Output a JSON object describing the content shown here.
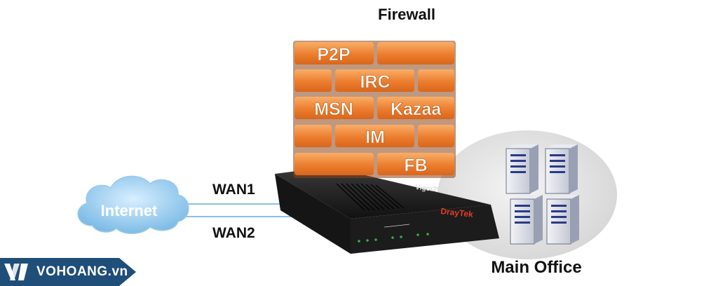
{
  "title": "Firewall",
  "bricks": [
    "P2P",
    "IRC",
    "MSN",
    "Kazaa",
    "IM",
    "FB"
  ],
  "cloud_label": "Internet",
  "wan1": "WAN1",
  "wan2": "WAN2",
  "router_model": "Vigor2912",
  "router_brand": "DrayTek",
  "main_office": "Main Office",
  "watermark": "VOHOANG.vn",
  "colors": {
    "brick": "#e8772a",
    "brick_light": "#f7a45a",
    "mortar": "#7a3a16",
    "cloud": "#8ec6ea",
    "line": "#7fb6dd",
    "office_disc": "#e6e6e6",
    "brand_bg": "#1f4e79"
  }
}
